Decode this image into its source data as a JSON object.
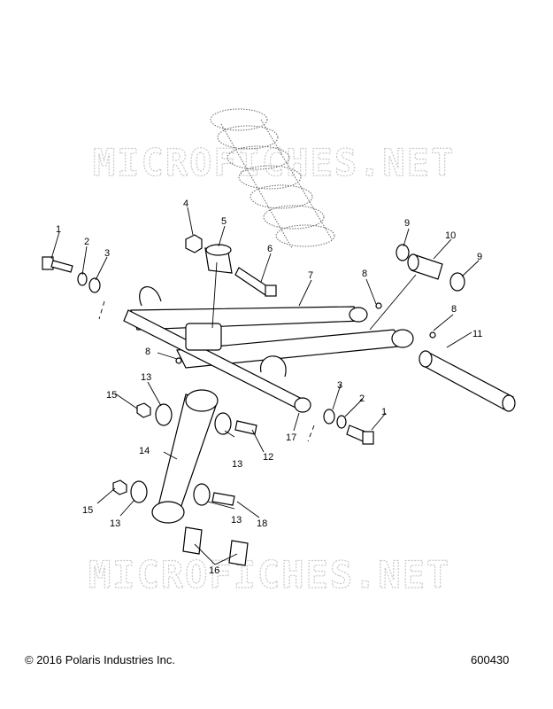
{
  "watermark": "MICROFICHES.NET",
  "footer": {
    "copyright": "© 2016 Polaris Industries Inc.",
    "diagram_number": "600430"
  },
  "callouts": {
    "c1a": "1",
    "c2a": "2",
    "c3a": "3",
    "c4": "4",
    "c5": "5",
    "c6": "6",
    "c7": "7",
    "c8a": "8",
    "c9a": "9",
    "c10": "10",
    "c9b": "9",
    "c8b": "8",
    "c11": "11",
    "c8c": "8",
    "c13a": "13",
    "c15a": "15",
    "c14": "14",
    "c13b": "13",
    "c12": "12",
    "c3b": "3",
    "c2b": "2",
    "c1b": "1",
    "c17": "17",
    "c15b": "15",
    "c13c": "13",
    "c13d": "13",
    "c18": "18",
    "c16": "16"
  }
}
